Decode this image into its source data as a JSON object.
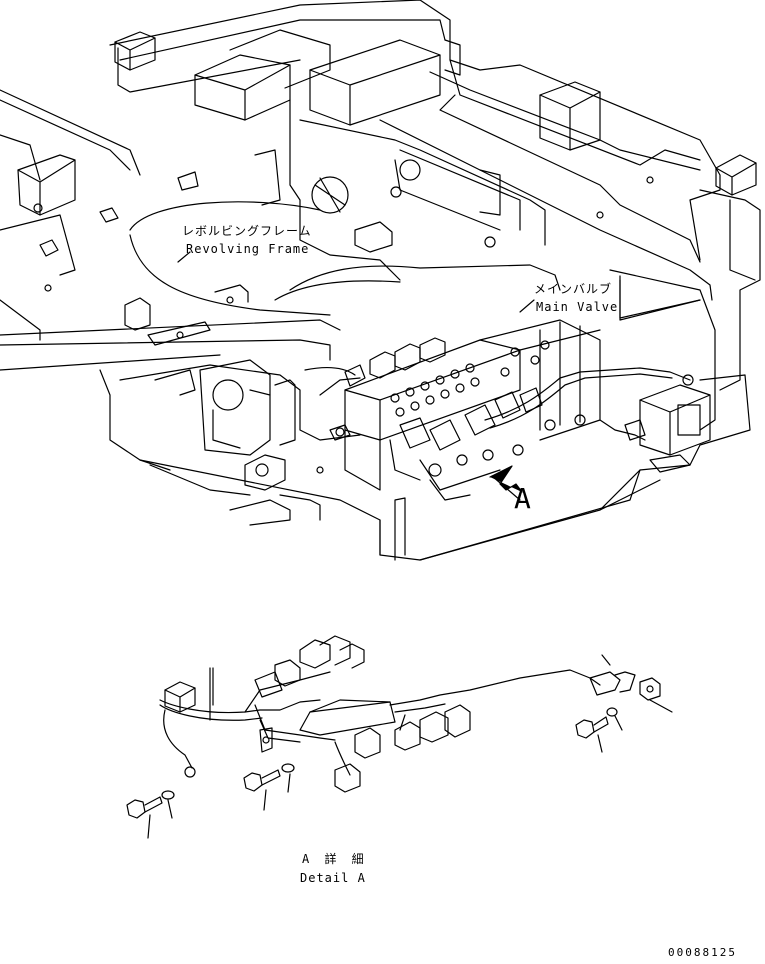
{
  "labels": {
    "revolving_frame_jp": "レボルビングフレーム",
    "revolving_frame_en": "Revolving Frame",
    "main_valve_jp": "メインバルブ",
    "main_valve_en": "Main Valve",
    "detail_marker": "A",
    "detail_title_jp": "A 詳 細",
    "detail_title_en": "Detail A",
    "drawing_number": "00088125"
  },
  "colors": {
    "line": "#000000",
    "background": "#ffffff"
  }
}
